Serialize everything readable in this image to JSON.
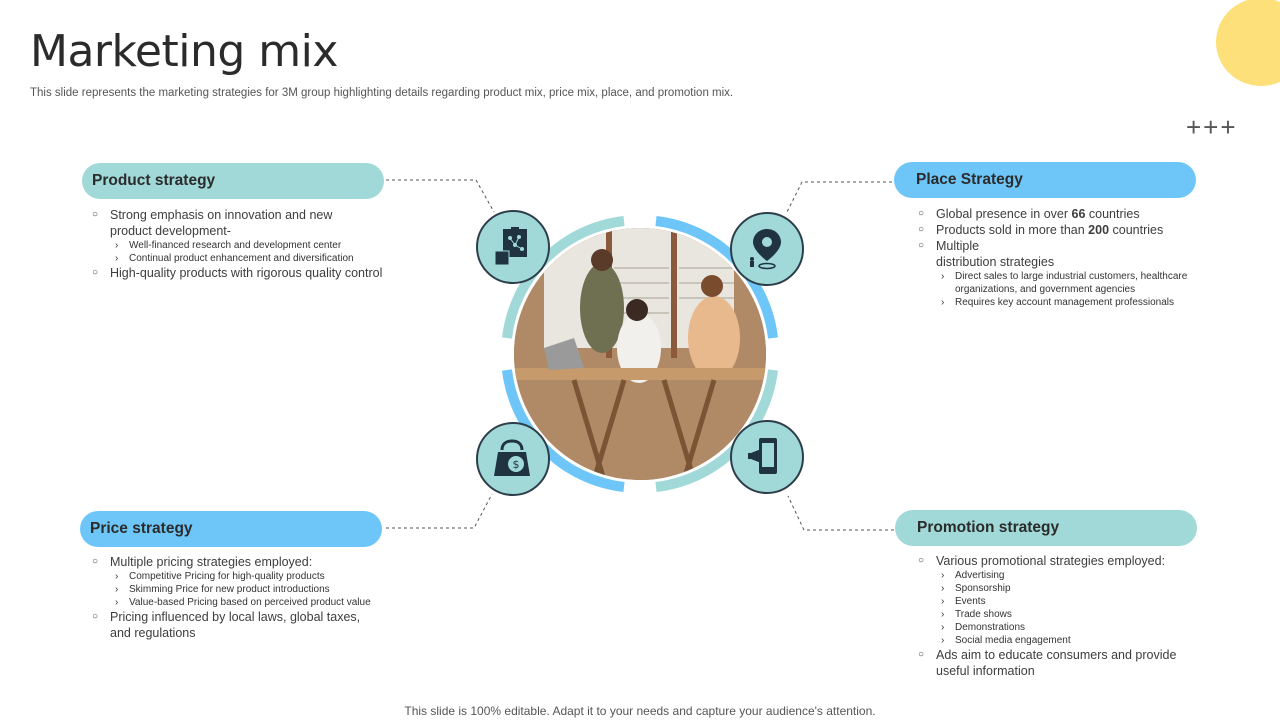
{
  "header": {
    "title": "Marketing mix",
    "subtitle": "This slide represents the marketing strategies for 3M group highlighting details regarding product mix, price mix, place, and promotion mix."
  },
  "decor": {
    "plus_signs": "+++",
    "accent_yellow": "#fde07a",
    "teal": "#a1d9d9",
    "blue": "#6ec6f8"
  },
  "product": {
    "heading": "Product strategy",
    "item1": "Strong emphasis on innovation  and new",
    "item1b": "product development-",
    "sub1": "Well-financed research and development center",
    "sub2": "Continual product enhancement and diversification",
    "item2": "High-quality  products with rigorous quality control"
  },
  "place": {
    "heading": "Place Strategy",
    "item1_pre": "Global presence in over ",
    "item1_num": "66",
    "item1_post": " countries",
    "item2_pre": "Products sold in more than ",
    "item2_num": "200",
    "item2_post": " countries",
    "item3": "Multiple",
    "item3b": "distribution strategies",
    "sub1": "Direct sales to large industrial customers, healthcare",
    "sub1b": "organizations, and government agencies",
    "sub2": "Requires key account management  professionals"
  },
  "price": {
    "heading": "Price strategy",
    "item1": "Multiple pricing strategies employed:",
    "sub1": "Competitive Pricing  for high-quality products",
    "sub2": "Skimming  Price for new product introductions",
    "sub3": "Value-based Pricing based on perceived product value",
    "item2": "Pricing influenced  by local laws, global taxes,",
    "item2b": "and regulations"
  },
  "promotion": {
    "heading": "Promotion strategy",
    "item1": "Various promotional strategies employed:",
    "subs": [
      "Advertising",
      "Sponsorship",
      "Events",
      "Trade shows",
      "Demonstrations",
      "Social media engagement"
    ],
    "item2": "Ads aim to educate consumers and provide",
    "item2b": "useful information"
  },
  "footer": "This slide is 100% editable. Adapt it to your needs and capture your audience's attention."
}
